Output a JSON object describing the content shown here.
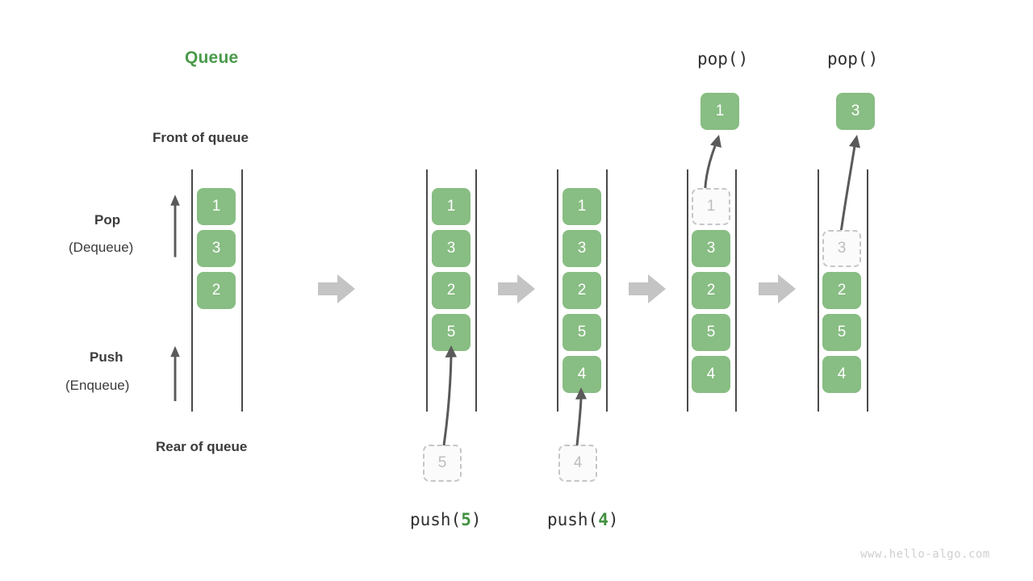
{
  "diagram": {
    "title": "Queue",
    "front_label": "Front of queue",
    "rear_label": "Rear of queue",
    "pop_label": "Pop",
    "pop_sublabel": "(Dequeue)",
    "push_label": "Push",
    "push_sublabel": "(Enqueue)",
    "watermark": "www.hello-algo.com",
    "colors": {
      "element_green": "#88bd83",
      "title_green": "#4a9a4a",
      "arg_green": "#41913f",
      "ghost_border": "#c6c6c6",
      "ghost_text": "#bdbdbd",
      "rail": "#4a4a4a",
      "block_arrow": "#c4c4c4",
      "motion_arrow": "#5a5a5a",
      "text": "#3b3b3b"
    }
  },
  "stages": [
    {
      "name": "initial-queue",
      "cells": [
        "1",
        "3",
        "2"
      ],
      "operation_label": "",
      "incoming": null,
      "outgoing": null,
      "ghost_index": -1
    },
    {
      "name": "after-push-5",
      "cells": [
        "1",
        "3",
        "2",
        "5"
      ],
      "operation_label_prefix": "push(",
      "operation_label_arg": "5",
      "operation_label_suffix": ")",
      "incoming": "5",
      "outgoing": null,
      "ghost_index": -1
    },
    {
      "name": "after-push-4",
      "cells": [
        "1",
        "3",
        "2",
        "5",
        "4"
      ],
      "operation_label_prefix": "push(",
      "operation_label_arg": "4",
      "operation_label_suffix": ")",
      "incoming": "4",
      "outgoing": null,
      "ghost_index": -1
    },
    {
      "name": "pop-1",
      "cells": [
        "1",
        "3",
        "2",
        "5",
        "4"
      ],
      "operation_label": "pop()",
      "incoming": null,
      "outgoing": "1",
      "ghost_index": 0
    },
    {
      "name": "pop-3",
      "cells": [
        "3",
        "2",
        "5",
        "4"
      ],
      "operation_label": "pop()",
      "incoming": null,
      "outgoing": "3",
      "ghost_index": 0
    }
  ],
  "block_arrows": [
    {
      "name": "transition-arrow-1"
    },
    {
      "name": "transition-arrow-2"
    },
    {
      "name": "transition-arrow-3"
    },
    {
      "name": "transition-arrow-4"
    }
  ]
}
